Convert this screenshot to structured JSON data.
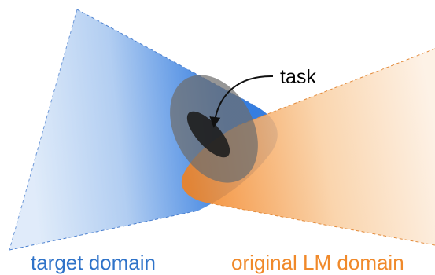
{
  "labels": {
    "task": "task",
    "target_domain": "target domain",
    "original_domain": "original LM domain"
  },
  "colors": {
    "target_light": "#d6e6f8",
    "target_dark": "#1f6fdc",
    "original_light": "#fbe6d2",
    "original_dark": "#f2801d",
    "target_text": "#2f73c9",
    "original_text": "#f0892a",
    "task_outer": "#6e6e6e",
    "task_inner": "#1e1e1e"
  }
}
